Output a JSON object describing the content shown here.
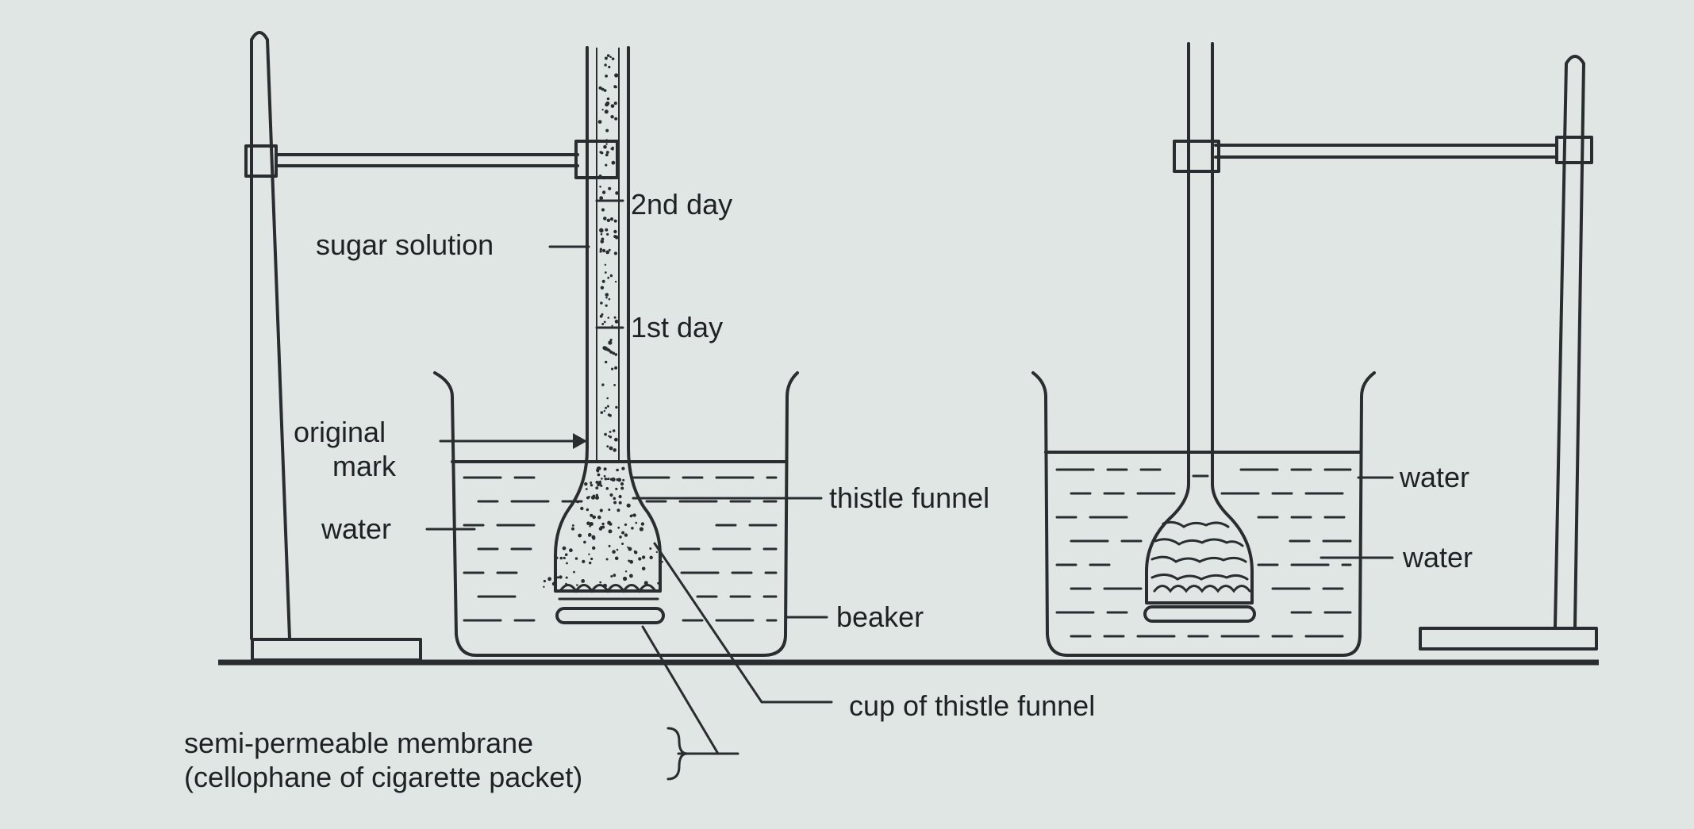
{
  "labels": {
    "sugar_solution": "sugar solution",
    "second_day": "2nd day",
    "first_day": "1st day",
    "original_mark_1": "original",
    "original_mark_2": "mark",
    "water_left": "water",
    "thistle_funnel": "thistle funnel",
    "beaker": "beaker",
    "cup_of_thistle_funnel": "cup of thistle funnel",
    "membrane_1": "semi-permeable membrane",
    "membrane_2": "(cellophane of cigarette packet)",
    "water_right_top": "water",
    "water_right_lower": "water"
  },
  "colors": {
    "paper": "#dfe6e3",
    "ink": "#2a2d2f"
  }
}
